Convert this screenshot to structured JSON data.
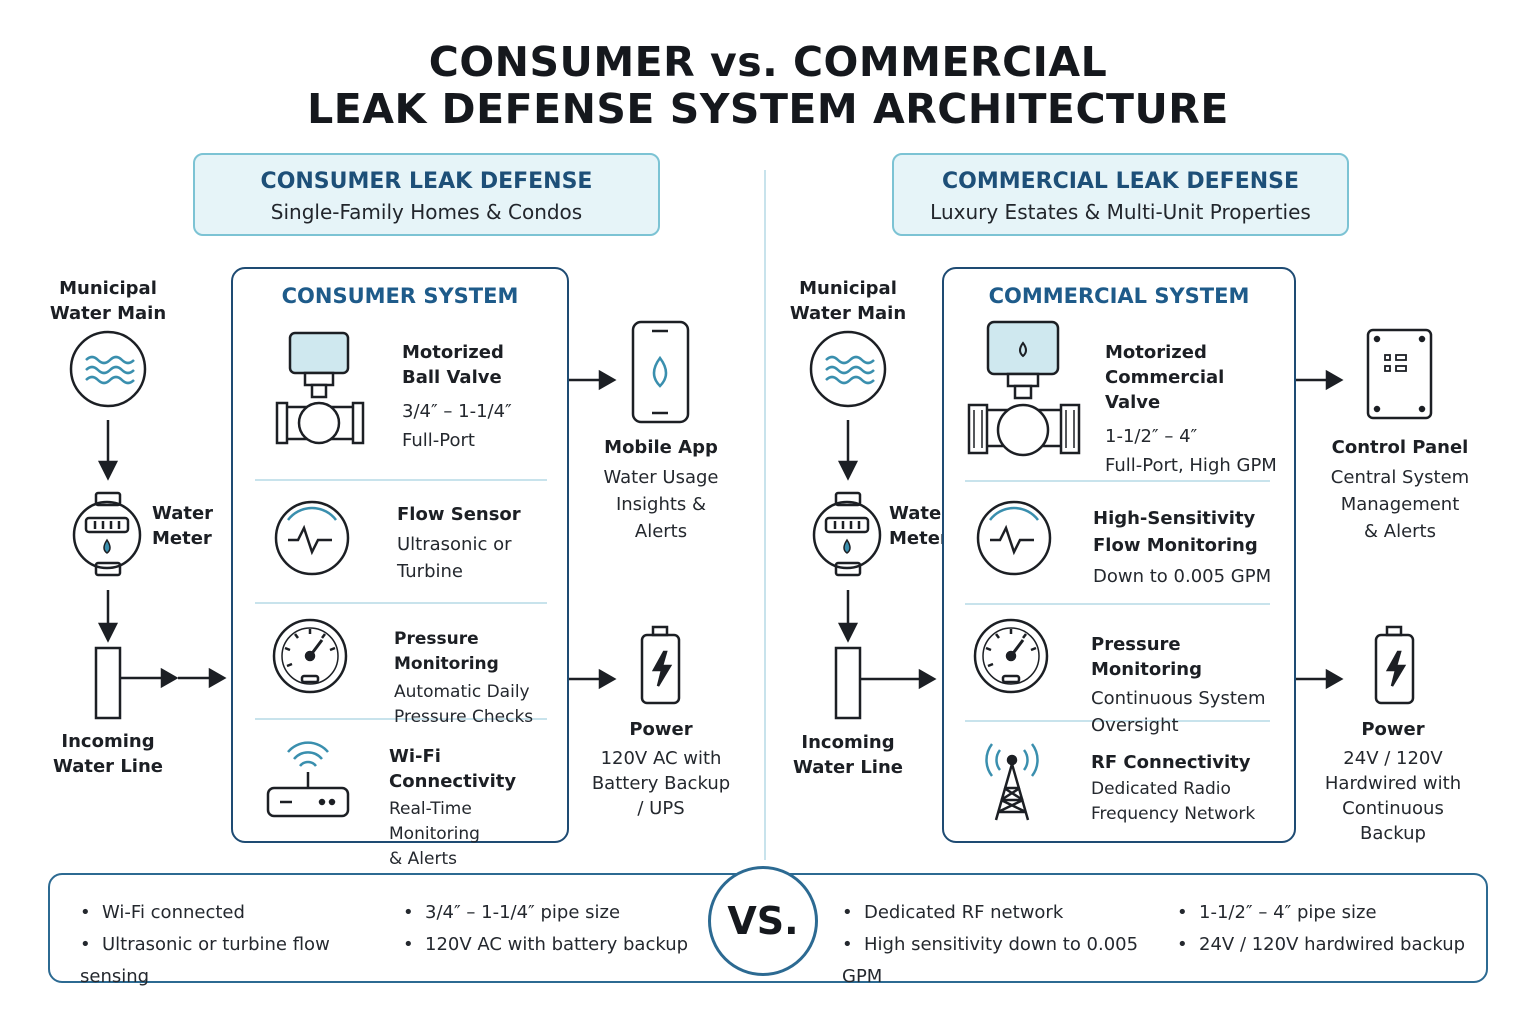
{
  "title": {
    "line1": "CONSUMER vs. COMMERCIAL",
    "line2": "LEAK DEFENSE SYSTEM ARCHITECTURE"
  },
  "colors": {
    "accent_dark": "#1e4b73",
    "accent_light": "#7cc3d4",
    "header_fill": "#e6f4f8",
    "divider": "#c8e3ec"
  },
  "consumer": {
    "header_title": "CONSUMER LEAK DEFENSE",
    "header_subtitle": "Single-Family Homes & Condos",
    "source": {
      "main": [
        "Municipal",
        "Water Main"
      ],
      "meter": [
        "Water",
        "Meter"
      ],
      "line": [
        "Incoming",
        "Water Line"
      ]
    },
    "system_title": "CONSUMER SYSTEM",
    "components": [
      {
        "icon": "ball-valve-icon",
        "title": [
          "Motorized",
          "Ball Valve"
        ],
        "details": [
          "3/4″ – 1-1/4″",
          "Full-Port"
        ]
      },
      {
        "icon": "flow-sensor-icon",
        "title": [
          "Flow Sensor"
        ],
        "details": [
          "Ultrasonic or",
          "Turbine"
        ]
      },
      {
        "icon": "pressure-gauge-icon",
        "title": [
          "Pressure Monitoring"
        ],
        "details": [
          "Automatic Daily",
          "Pressure Checks"
        ]
      },
      {
        "icon": "wifi-router-icon",
        "title": [
          "Wi-Fi Connectivity"
        ],
        "details": [
          "Real-Time Monitoring",
          "& Alerts"
        ]
      }
    ],
    "outputs": [
      {
        "icon": "mobile-phone-icon",
        "title": "Mobile App",
        "details": [
          "Water Usage",
          "Insights &",
          "Alerts"
        ]
      },
      {
        "icon": "battery-icon",
        "title": "Power",
        "details": [
          "120V AC with",
          "Battery Backup",
          "/ UPS"
        ]
      }
    ],
    "bullets": [
      "Wi-Fi connected",
      "Ultrasonic or turbine flow sensing",
      "3/4″ – 1-1/4″ pipe size",
      "120V AC with battery backup"
    ]
  },
  "commercial": {
    "header_title": "COMMERCIAL LEAK DEFENSE",
    "header_subtitle": "Luxury Estates & Multi-Unit Properties",
    "source": {
      "main": [
        "Municipal",
        "Water Main"
      ],
      "meter": [
        "Water",
        "Meter"
      ],
      "line": [
        "Incoming",
        "Water Line"
      ]
    },
    "system_title": "COMMERCIAL SYSTEM",
    "components": [
      {
        "icon": "commercial-valve-icon",
        "title": [
          "Motorized",
          "Commercial Valve"
        ],
        "details": [
          "1-1/2″ – 4″",
          "Full-Port, High GPM"
        ]
      },
      {
        "icon": "flow-sensor-icon",
        "title": [
          "High-Sensitivity",
          "Flow Monitoring"
        ],
        "details": [
          "Down to 0.005 GPM"
        ]
      },
      {
        "icon": "pressure-gauge-icon",
        "title": [
          "Pressure Monitoring"
        ],
        "details": [
          "Continuous System",
          "Oversight"
        ]
      },
      {
        "icon": "radio-tower-icon",
        "title": [
          "RF Connectivity"
        ],
        "details": [
          "Dedicated Radio",
          "Frequency Network"
        ]
      }
    ],
    "outputs": [
      {
        "icon": "control-panel-icon",
        "title": "Control Panel",
        "details": [
          "Central System",
          "Management",
          "& Alerts"
        ]
      },
      {
        "icon": "battery-icon",
        "title": "Power",
        "details": [
          "24V / 120V",
          "Hardwired with",
          "Continuous",
          "Backup"
        ]
      }
    ],
    "bullets": [
      "Dedicated RF network",
      "High sensitivity down to 0.005 GPM",
      "1-1/2″ – 4″ pipe size",
      "24V / 120V hardwired backup"
    ]
  },
  "vs_label": "VS."
}
